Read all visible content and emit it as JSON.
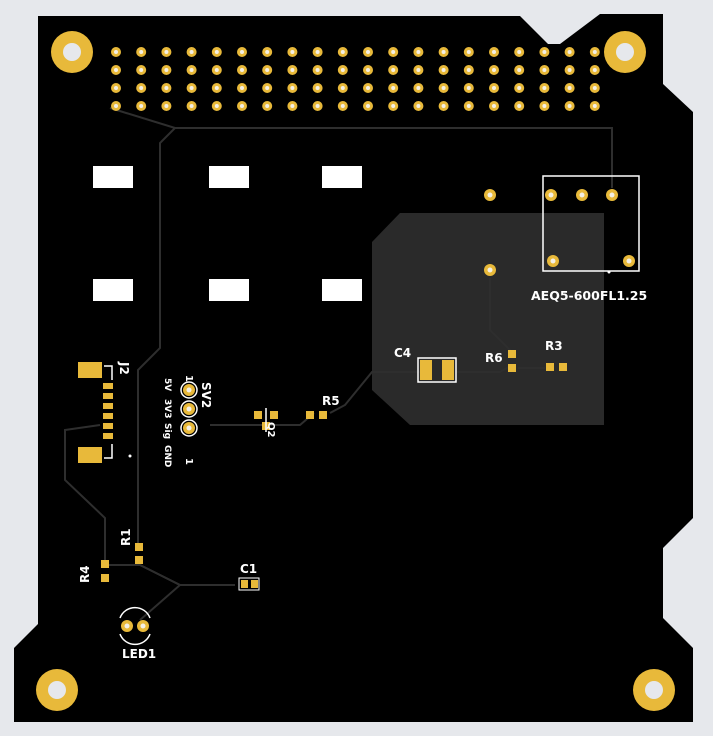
{
  "colors": {
    "background": "#e6e8ec",
    "board": "#000000",
    "pour": "#2a2a2a",
    "trace": "#2e2e2e",
    "pad": "#e8b93a",
    "silk": "#ffffff"
  },
  "labels": {
    "j2": "J2",
    "sv2": "SV2",
    "c4": "C4",
    "r6": "R6",
    "r3": "R3",
    "r5": "R5",
    "r1": "R1",
    "r4": "R4",
    "c1": "C1",
    "led1": "LED1",
    "q2": "Q2",
    "sensor": "AEQ5-600FL1.25",
    "pin_5v": "5V",
    "pin_3v3": "3V3",
    "pin_sig": "Sig",
    "pin_gnd": "GND",
    "pin1_top": "1",
    "pin1_bottom": "1"
  },
  "header": {
    "rows": 4,
    "columns": 20
  }
}
